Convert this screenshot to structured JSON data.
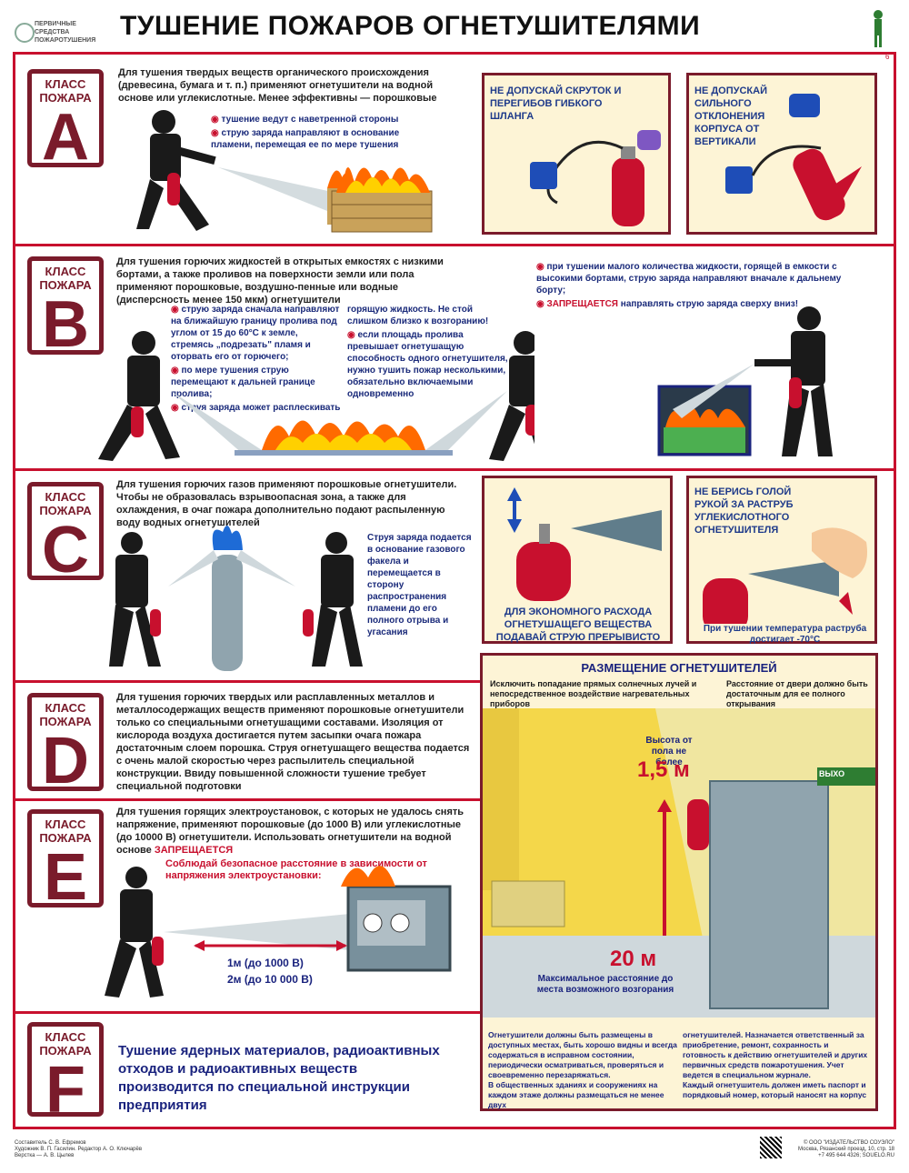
{
  "brand": {
    "line1": "ПЕРВИЧНЫЕ",
    "line2": "СРЕДСТВА",
    "line3": "ПОЖАРОТУШЕНИЯ"
  },
  "title": "ТУШЕНИЕ ПОЖАРОВ ОГНЕТУШИТЕЛЯМИ",
  "page_number": "6",
  "class_label": "КЛАСС ПОЖАРА",
  "class_label_l1": "КЛАСС",
  "class_label_l2": "ПОЖАРА",
  "classA": {
    "letter": "A",
    "text": "Для тушения твердых веществ органического происхождения (древесина, бумага и т. п.) применяют огнетушители на водной основе или углекислотные. Менее эффективны — порошковые",
    "bullets": [
      "тушение ведут с наветренной стороны",
      "струю заряда направляют в основание пламени, перемещая ее по мере тушения"
    ],
    "tip1": "НЕ ДОПУСКАЙ СКРУТОК И ПЕРЕГИБОВ ГИБКОГО ШЛАНГА",
    "tip2": "НЕ ДОПУСКАЙ СИЛЬНОГО ОТКЛОНЕНИЯ КОРПУСА ОТ ВЕРТИКАЛИ"
  },
  "classB": {
    "letter": "B",
    "text": "Для тушения горючих жидкостей в открытых емкостях с низкими бортами, а также проливов на поверхности земли или пола применяют порошковые, воздушно-пенные или водные (дисперсность менее 150 мкм) огнетушители",
    "bullets_left": [
      "струю заряда сначала направляют на ближайшую границу пролива под углом от 15 до 60°С к земле, стремясь „подрезать\" пламя и оторвать его от горючего;",
      "по мере тушения струю перемещают к дальней границе пролива;",
      "струя заряда может расплескивать"
    ],
    "bullets_mid_first": "горящую жидкость. Не стой слишком близко к возгоранию!",
    "bullets_mid": [
      "если площадь пролива превышает огнетушащую способность одного огнетушителя, нужно тушить пожар несколькими, обязательно включаемыми одновременно"
    ],
    "bullets_right": [
      "при тушении малого количества жидкости, горящей в емкости с высокими бортами, струю заряда направляют вначале к дальнему борту;"
    ],
    "forbidden_word": "ЗАПРЕЩАЕТСЯ",
    "forbidden_rest": "направлять струю заряда сверху вниз!"
  },
  "classC": {
    "letter": "C",
    "text": "Для тушения горючих газов применяют порошковые огнетушители. Чтобы не образовалась взрывоопасная зона, а также для охлаждения, в очаг пожара дополнительно подают распыленную воду водных огнетушителей",
    "note": "Струя заряда подается в основание газового факела и перемещается в сторону распространения пламени до его полного отрыва и угасания",
    "tip1": "ДЛЯ ЭКОНОМНОГО РАСХОДА ОГНЕТУШАЩЕГО ВЕЩЕСТВА ПОДАВАЙ СТРУЮ ПРЕРЫВИСТО",
    "tip2_title": "НЕ БЕРИСЬ ГОЛОЙ РУКОЙ ЗА РАСТРУБ УГЛЕКИСЛОТНОГО ОГНЕТУШИТЕЛЯ",
    "tip2_note": "При тушении температура раструба достигает -70°С"
  },
  "classD": {
    "letter": "D",
    "text": "Для тушения горючих твердых или расплавленных металлов и металлосодержащих веществ применяют порошковые огнетушители только со специальными огнетушащими составами. Изоляция от кислорода воздуха достигается путем засыпки очага пожара достаточным слоем порошка. Струя огнетушащего вещества подается с очень малой скоростью через распылитель специальной конструкции. Ввиду повышенной сложности тушение требует специальной подготовки"
  },
  "classE": {
    "letter": "E",
    "text": "Для тушения горящих электроустановок, с которых не удалось снять напряжение, применяют порошковые (до 1000 В) или углекислотные (до 10000 В) огнетушители. Использовать огнетушители на водной основе",
    "forbidden": "ЗАПРЕЩАЕТСЯ",
    "safety": "Соблюдай безопасное расстояние в зависимости от напряжения электроустановки:",
    "dist1": "1м (до 1000 В)",
    "dist2": "2м (до 10 000 В)"
  },
  "classF": {
    "letter": "F",
    "text": "Тушение ядерных материалов, радиоактивных отходов и радиоактивных веществ производится по специальной инструкции предприятия"
  },
  "placement": {
    "title": "РАЗМЕЩЕНИЕ ОГНЕТУШИТЕЛЕЙ",
    "note_left": "Исключить попадание прямых солнечных лучей и непосредственное воздействие нагревательных приборов",
    "note_right": "Расстояние от двери должно быть достаточным для ее полного открывания",
    "height_label": "Высота от пола не более",
    "height_value": "1,5 м",
    "distance_value": "20 м",
    "distance_label": "Максимальное расстояние до места возможного возгорания",
    "exit_sign": "ВЫХО",
    "body_left": "Огнетушители должны быть размещены в доступных местах, быть хорошо видны и всегда содержаться в исправном состоянии, периодически осматриваться, проверяться и своевременно перезаряжаться.",
    "body_left2": "В общественных зданиях и сооружениях на каждом этаже должны размещаться не менее двух",
    "body_right": "огнетушителей. Назначается ответственный за приобретение, ремонт, сохранность и готовность к действию огнетушителей и других первичных средств пожаротушения. Учет ведется в специальном журнале.",
    "body_right2": "Каждый огнетушитель должен иметь паспорт и порядковый номер, который наносят на корпус"
  },
  "footer": {
    "credits1": "Составитель С. В. Ефремов",
    "credits2": "Художник В. П. Гасилин. Редактор А. О. Ключарёв",
    "credits3": "Верстка — А. В. Цылев",
    "pub1": "© ООО \"ИЗДАТЕЛЬСТВО СОУЭЛО\"",
    "pub2": "Москва, Рязанский проезд, 10, стр. 18",
    "pub3": "+7 495 644 4326; SOUELO.RU"
  },
  "colors": {
    "accent": "#c8102e",
    "class_box": "#7a1b2b",
    "tip_bg": "#fdf4d6",
    "tip_text": "#1e3a8a"
  }
}
